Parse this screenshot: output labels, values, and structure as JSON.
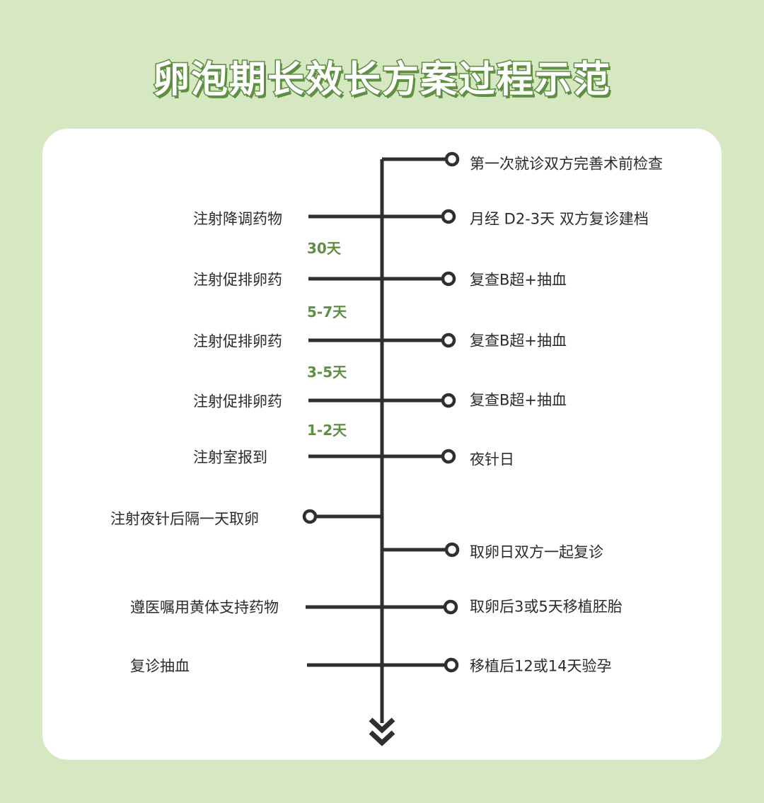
{
  "title": "卵泡期长效长方案过程示范",
  "colors": {
    "background": "#d6e8c2",
    "accent": "#5f8f42",
    "line": "#2f2f2f",
    "card": "#ffffff"
  },
  "right_steps": [
    "第一次就诊双方完善术前检查",
    "月经 D2-3天 双方复诊建档",
    "复查B超+抽血",
    "复查B超+抽血",
    "复查B超+抽血",
    "夜针日",
    "取卵日双方一起复诊",
    "取卵后3或5天移植胚胎",
    "移植后12或14天验孕"
  ],
  "left_steps": [
    "注射降调药物",
    "注射促排卵药",
    "注射促排卵药",
    "注射促排卵药",
    "注射室报到",
    "注射夜针后隔一天取卵",
    "遵医嘱用黄体支持药物",
    "复诊抽血"
  ],
  "durations": [
    "30天",
    "5-7天",
    "3-5天",
    "1-2天"
  ],
  "end_icon": "double-chevron-down-icon"
}
